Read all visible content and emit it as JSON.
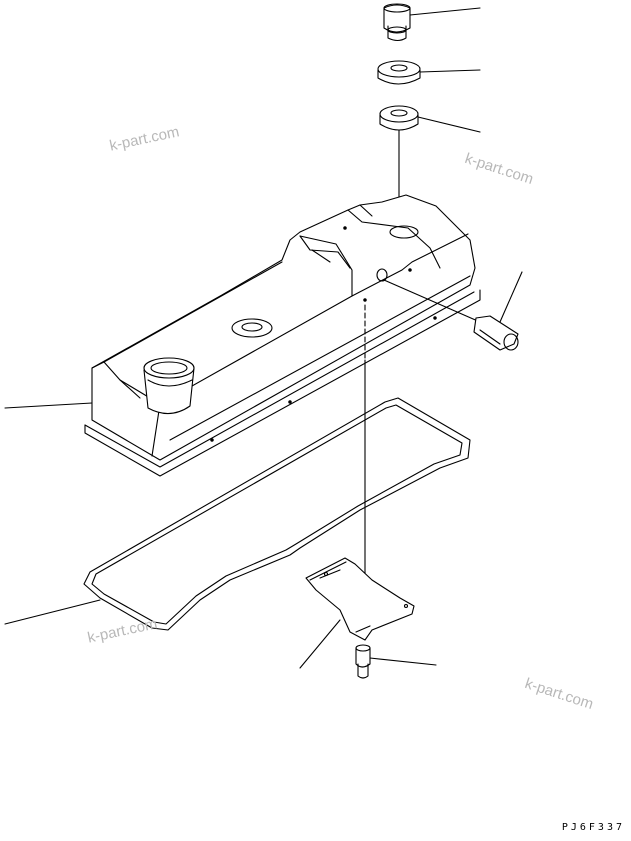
{
  "diagram": {
    "watermark_text": "k-part.com",
    "drawing_code": "PJ6F337",
    "line_color": "#000000",
    "watermark_color": "#b8b8b8",
    "parts": [
      "bolt",
      "washer",
      "grommet",
      "cylinder-head-cover",
      "breather-pipe",
      "gasket",
      "bracket",
      "bracket-bolt"
    ]
  }
}
